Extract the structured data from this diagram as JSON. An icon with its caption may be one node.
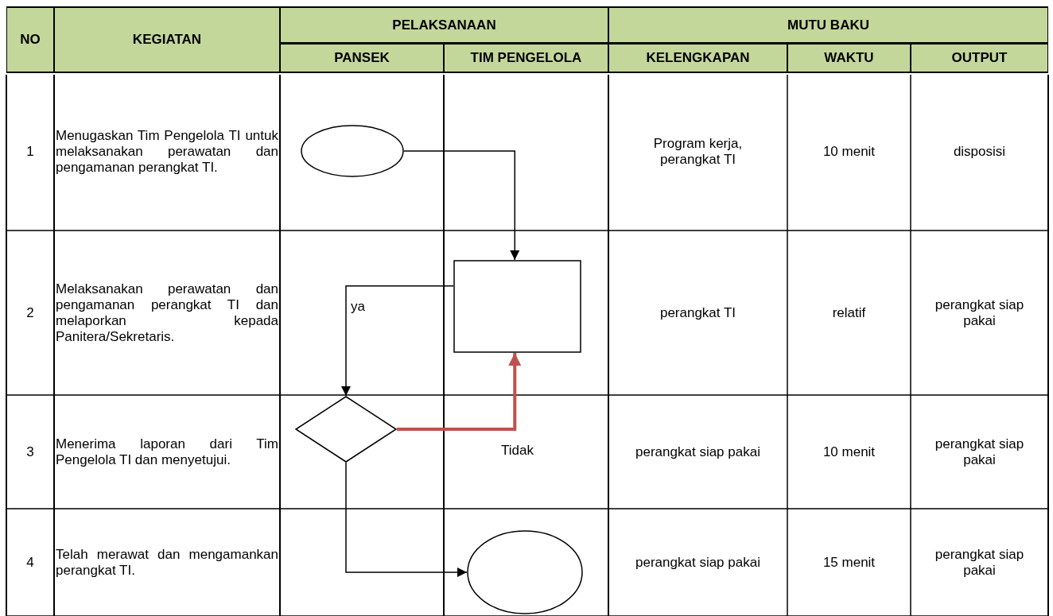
{
  "diagram": {
    "nodes": [
      {
        "text": [],
        "shape": "ellipse"
      },
      {
        "text": [],
        "shape": "box"
      },
      {
        "text": [],
        "shape": "diamond"
      },
      {
        "text": [],
        "shape": "ellipse"
      }
    ],
    "edges": [
      {
        "from": 0,
        "to": 1,
        "arrow": "to"
      },
      {
        "from": 1,
        "to": 2,
        "arrow": "to",
        "label": "ya"
      },
      {
        "from": 2,
        "to": 1,
        "arrow": "to",
        "label": "Tidak",
        "style": "thick",
        "color": "#c0504d"
      },
      {
        "from": 2,
        "to": 3,
        "arrow": "to"
      }
    ],
    "labels": [
      "NO",
      "KEGIATAN",
      "PELAKSANAAN",
      "MUTU BAKU",
      "PANSEK",
      "TIM PENGELOLA",
      "KELENGKAPAN",
      "WAKTU",
      "OUTPUT",
      "1",
      "Menugaskan Tim Pengelola TI untuk melaksanakan perawatan dan pengamanan perangkat TI.",
      "Program kerja, perangkat TI",
      "10 menit",
      "disposisi",
      "2",
      "Melaksanakan perawatan dan pengamanan perangkat TI dan melaporkan kepada Panitera/Sekretaris.",
      "perangkat TI",
      "relatif",
      "perangkat siap pakai",
      "3",
      "Menerima laporan dari Tim Pengelola TI dan menyetujui.",
      "perangkat siap pakai",
      "10 menit",
      "perangkat siap pakai",
      "4",
      "Telah merawat dan mengamankan perangkat TI.",
      "perangkat siap pakai",
      "15 menit",
      "perangkat siap pakai"
    ]
  }
}
